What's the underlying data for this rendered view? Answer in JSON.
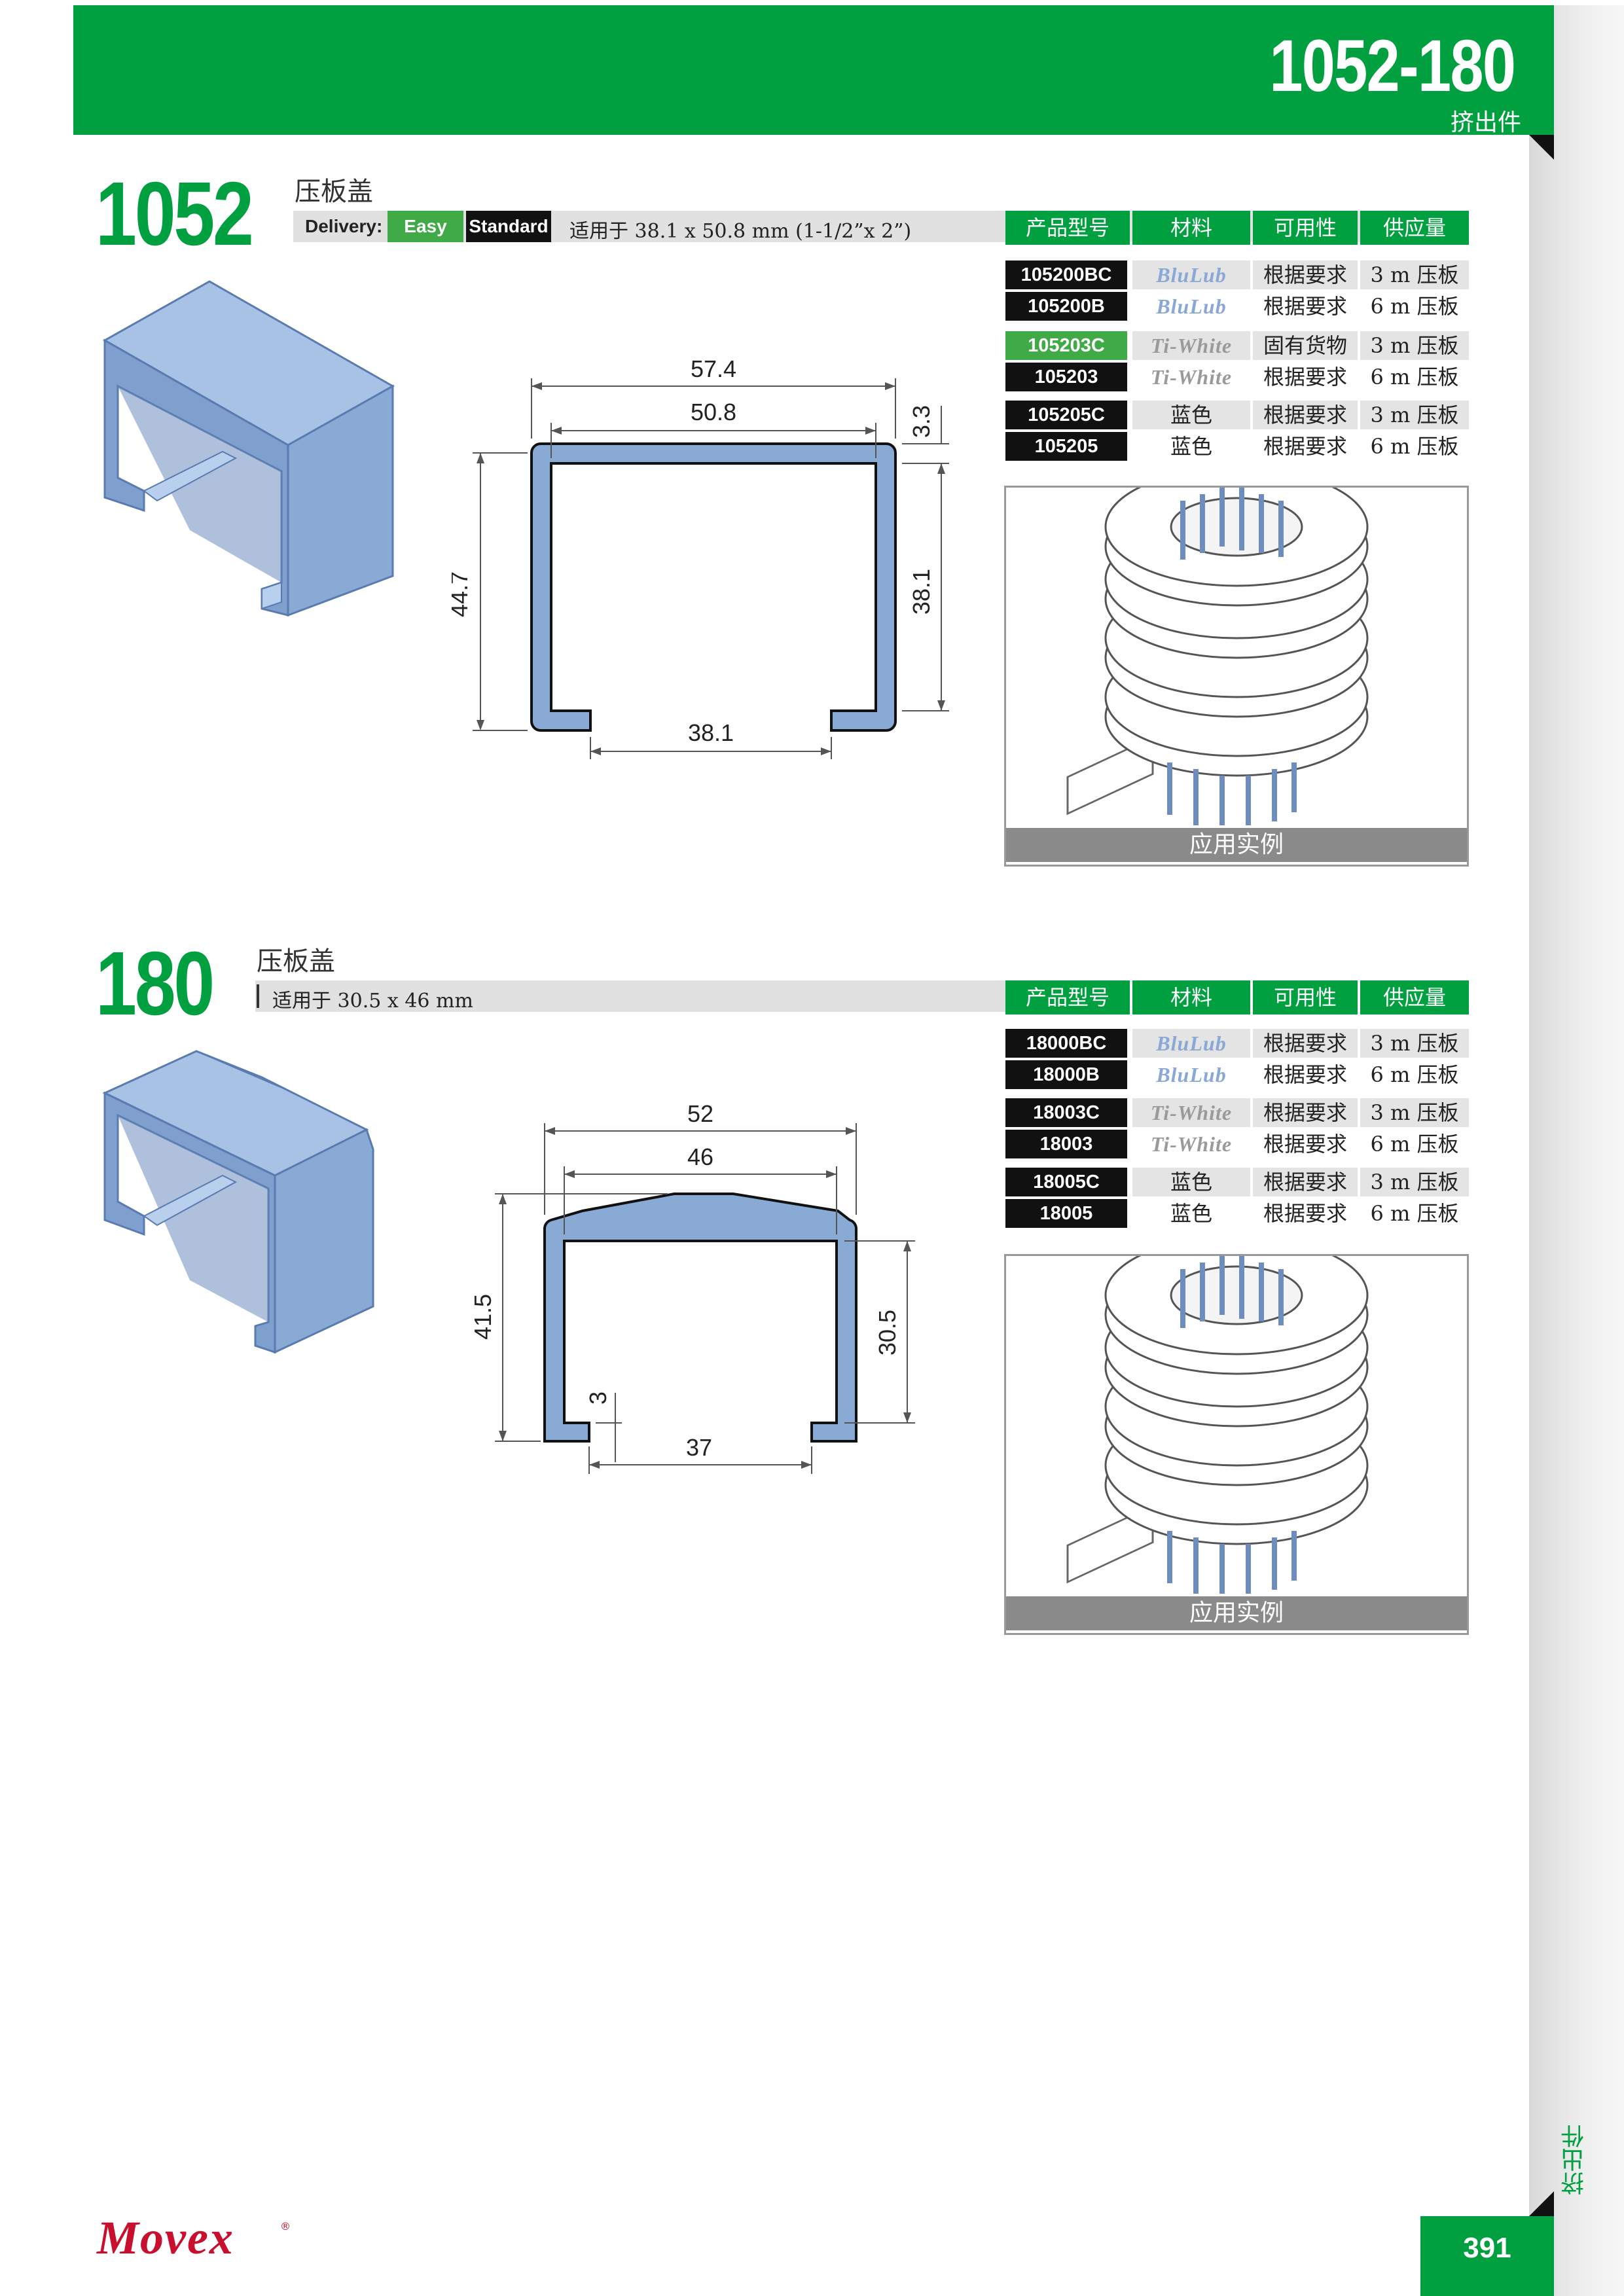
{
  "header": {
    "code": "1052-180",
    "subtitle": "挤出件"
  },
  "side_label": "挤出件",
  "page_number": "391",
  "logo": {
    "text": "Movex",
    "mark": "®"
  },
  "colors": {
    "brand_green": "#00a040",
    "profile_blue": "#8aaad6",
    "tag_easy": "#3faa46",
    "tag_standard": "#111111"
  },
  "section1": {
    "number": "1052",
    "name": "压板盖",
    "delivery_label": "Delivery:",
    "tag_easy": "Easy",
    "tag_standard": "Standard",
    "fit": "适用于 38.1 x 50.8 mm (1-1/2”x 2”)",
    "dims": {
      "outer_width": "57.4",
      "inner_width": "50.8",
      "thickness": "3.3",
      "height": "44.7",
      "inner_height": "38.1",
      "opening": "38.1"
    },
    "table_headers": [
      "产品型号",
      "材料",
      "可用性",
      "供应量"
    ],
    "rows": [
      {
        "code": "105200BC",
        "material": "BluLub",
        "availability": "根据要求",
        "supply": "3 m 压板"
      },
      {
        "code": "105200B",
        "material": "BluLub",
        "availability": "根据要求",
        "supply": "6 m 压板"
      },
      {
        "code": "105203C",
        "material": "Ti-White",
        "availability": "固有货物",
        "supply": "3 m 压板"
      },
      {
        "code": "105203",
        "material": "Ti-White",
        "availability": "根据要求",
        "supply": "6 m 压板"
      },
      {
        "code": "105205C",
        "material": "蓝色",
        "availability": "根据要求",
        "supply": "3 m 压板"
      },
      {
        "code": "105205",
        "material": "蓝色",
        "availability": "根据要求",
        "supply": "6 m 压板"
      }
    ],
    "app_caption": "应用实例"
  },
  "section2": {
    "number": "180",
    "name": "压板盖",
    "fit": "适用于 30.5 x 46 mm",
    "dims": {
      "outer_width": "52",
      "inner_width": "46",
      "height": "41.5",
      "inner_height": "30.5",
      "lip": "3",
      "opening": "37"
    },
    "table_headers": [
      "产品型号",
      "材料",
      "可用性",
      "供应量"
    ],
    "rows": [
      {
        "code": "18000BC",
        "material": "BluLub",
        "availability": "根据要求",
        "supply": "3 m 压板"
      },
      {
        "code": "18000B",
        "material": "BluLub",
        "availability": "根据要求",
        "supply": "6 m 压板"
      },
      {
        "code": "18003C",
        "material": "Ti-White",
        "availability": "根据要求",
        "supply": "3 m 压板"
      },
      {
        "code": "18003",
        "material": "Ti-White",
        "availability": "根据要求",
        "supply": "6 m 压板"
      },
      {
        "code": "18005C",
        "material": "蓝色",
        "availability": "根据要求",
        "supply": "3 m 压板"
      },
      {
        "code": "18005",
        "material": "蓝色",
        "availability": "根据要求",
        "supply": "6 m 压板"
      }
    ],
    "app_caption": "应用实例"
  }
}
